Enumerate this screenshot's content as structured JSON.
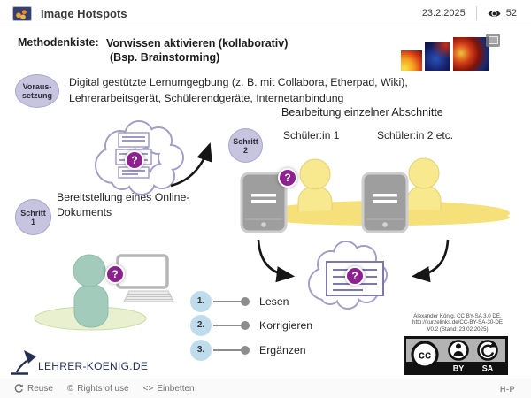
{
  "header": {
    "title": "Image Hotspots",
    "date": "23.2.2025",
    "views": "52"
  },
  "slide": {
    "kicker": "Methodenkiste:",
    "title_line1": "Vorwissen aktivieren (kollaborativ)",
    "title_line2": "(Bsp. Brainstorming)",
    "prerequisite_badge": {
      "line1": "Voraus-",
      "line2": "setzung"
    },
    "prerequisite_line1": "Digital gestützte Lernumgegbung (z. B. mit Collabora, Etherpad, Wiki),",
    "prerequisite_line2": "Lehrerarbeitsgerät, Schülerendgeräte, Internetanbindung",
    "step1": {
      "badge_line1": "Schritt",
      "badge_line2": "1",
      "label_line1": "Bereitstellung eines Online-",
      "label_line2": "Dokuments"
    },
    "step2": {
      "badge_line1": "Schritt",
      "badge_line2": "2",
      "heading": "Bearbeitung einzelner Abschnitte",
      "student1": "Schüler:in 1",
      "student2": "Schüler:in 2 etc."
    },
    "process_list": [
      {
        "num": "1.",
        "label": "Lesen"
      },
      {
        "num": "2.",
        "label": "Korrigieren"
      },
      {
        "num": "3.",
        "label": "Ergänzen"
      }
    ],
    "hotspot_symbol": "?",
    "license": {
      "line1": "Alexander König, CC BY-SA 3.0 DE,",
      "line2": "http://kurzelinks.de/CC-BY-SA-30-DE",
      "line3": "V0.2 (Stand: 23.02.2025)",
      "cc": "cc",
      "by": "BY",
      "sa": "SA"
    },
    "logo_text": "LEHRER-KOENIG.DE"
  },
  "footer": {
    "reuse": "Reuse",
    "rights": "Rights of use",
    "embed": "Einbetten",
    "h5p": "H-P"
  },
  "colors": {
    "hotspot": "#8e2190",
    "badge_lavender": "#c7c4e0",
    "list_blue": "#bfdcec",
    "person_yellow": "#f8e88e",
    "person_yellow_edge": "#e3d173",
    "person_teal": "#a3cbbb",
    "desk_yellow": "#f5e07a",
    "ground_green": "#e9f0cf",
    "cloud_outline": "#a19dc6",
    "doc_purple": "#7b78ad",
    "navy": "#233054"
  }
}
